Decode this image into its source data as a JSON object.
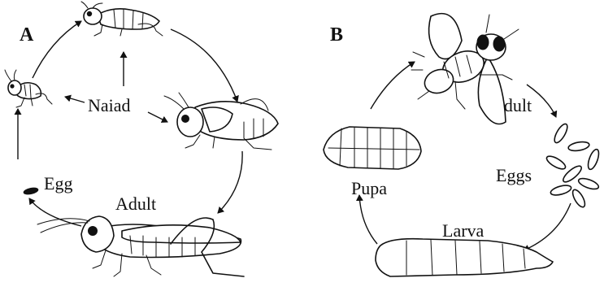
{
  "panels": [
    {
      "letter": "A",
      "stages": {
        "naiad": "Naiad",
        "adult": "Adult",
        "egg": "Egg"
      }
    },
    {
      "letter": "B",
      "stages": {
        "adult": "Adult",
        "eggs": "Eggs",
        "larva": "Larva",
        "pupa": "Pupa"
      }
    }
  ]
}
